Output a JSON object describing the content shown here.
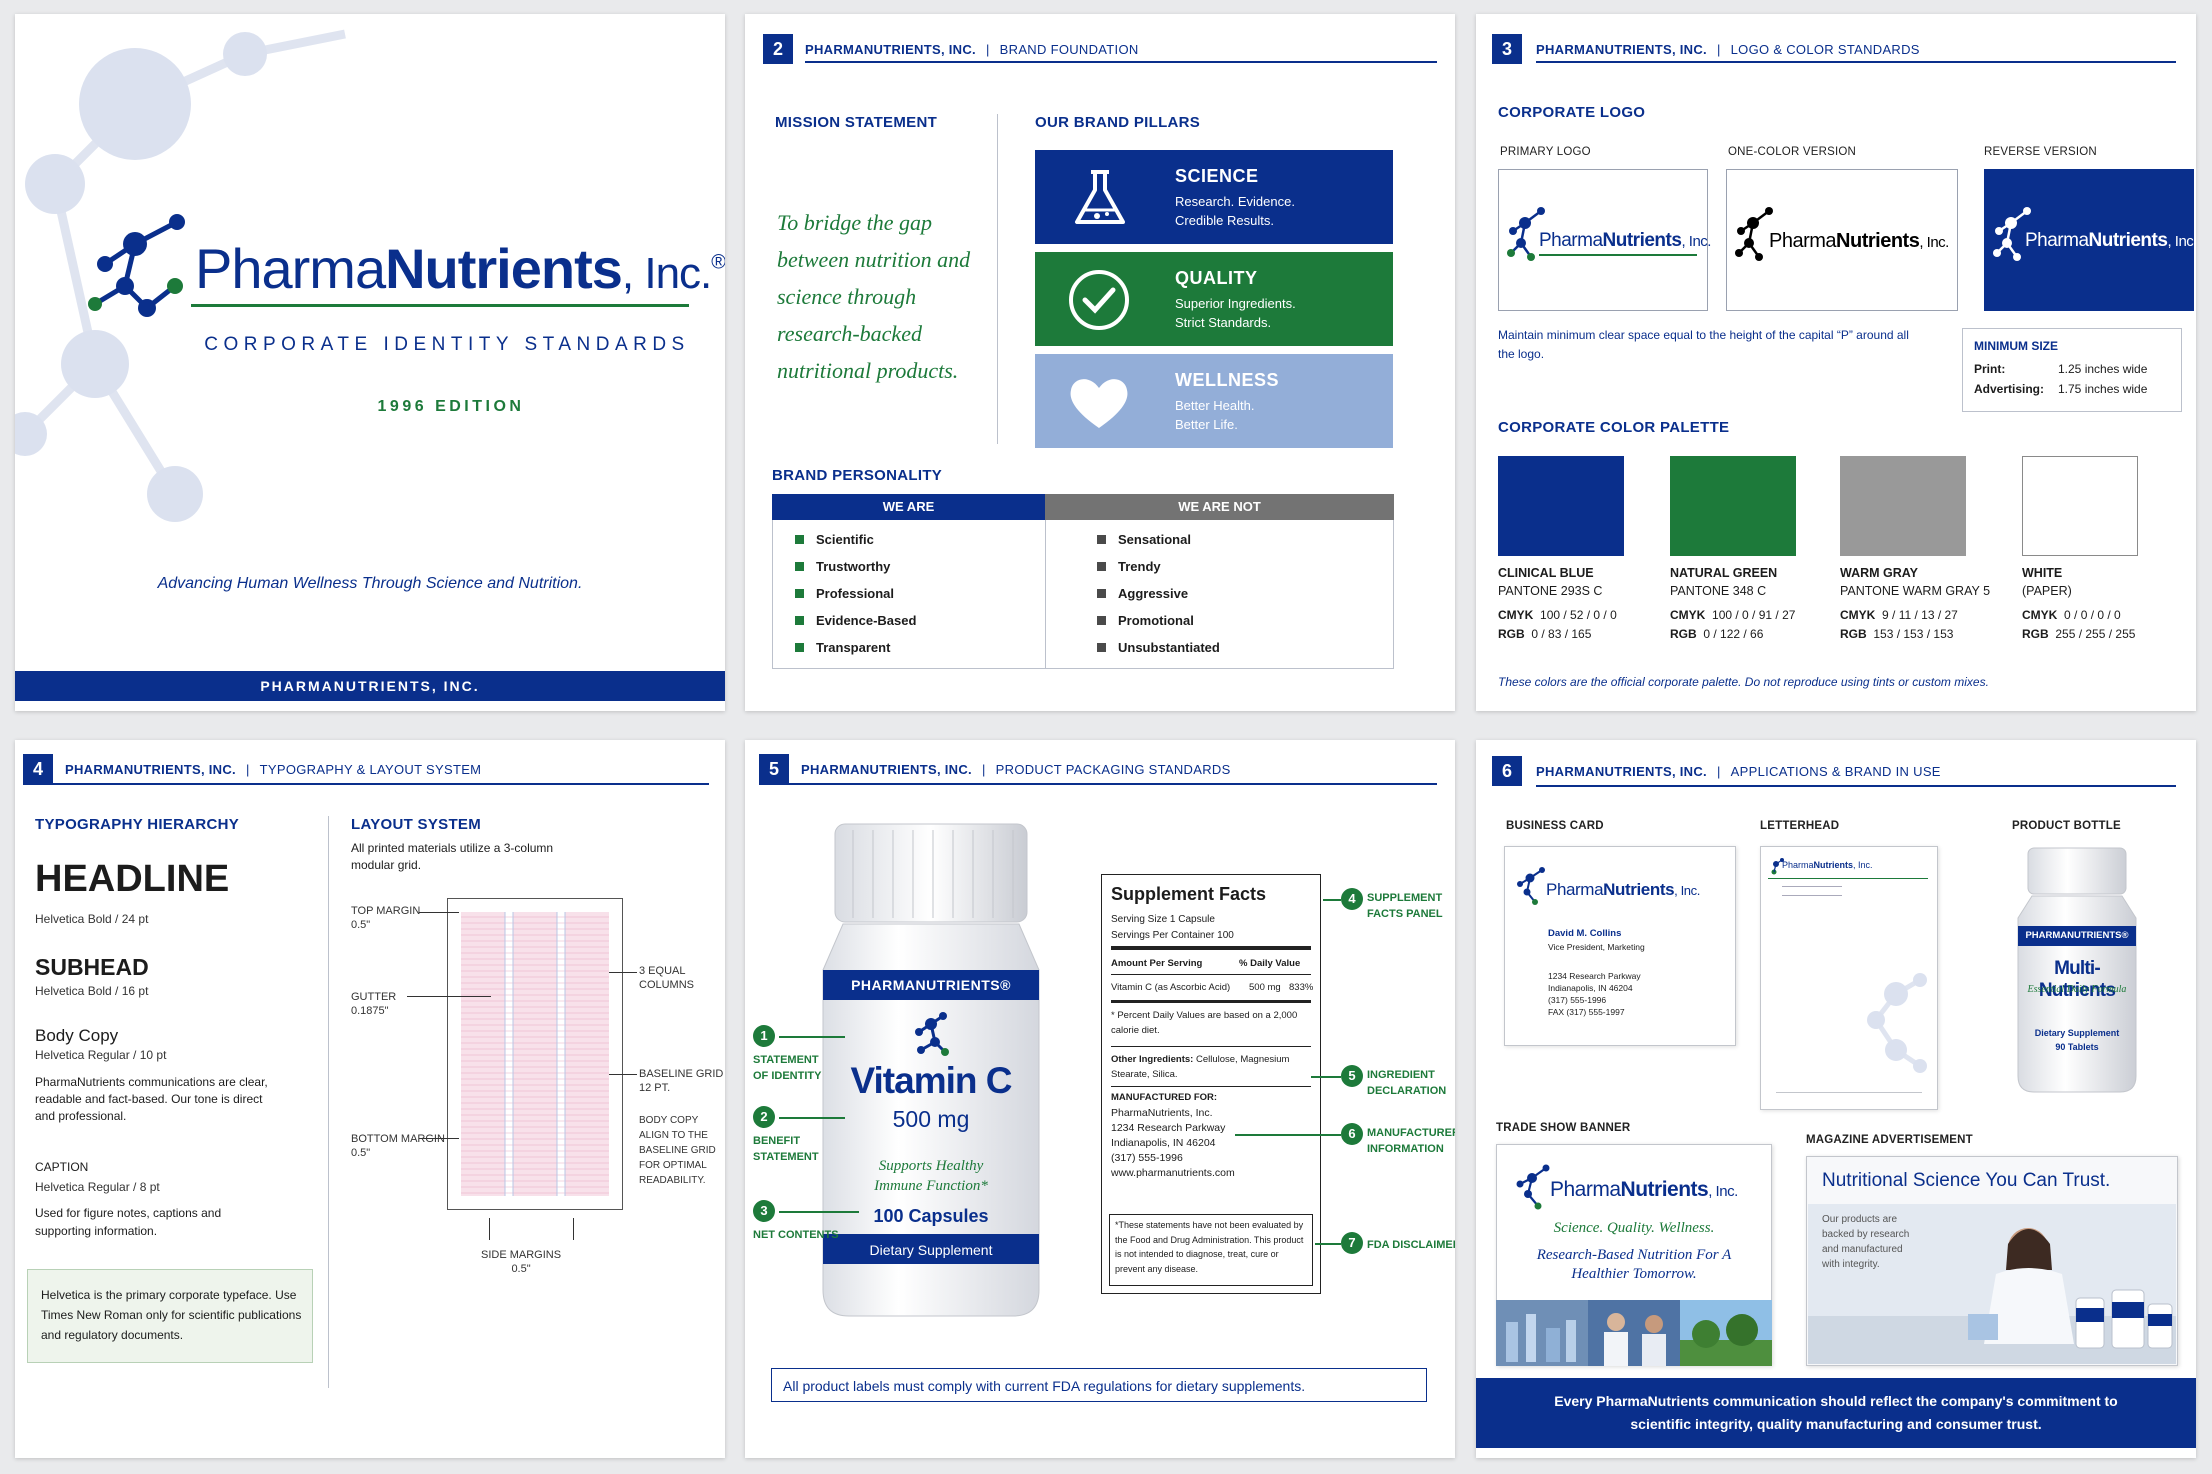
{
  "colors": {
    "clinical_blue": "#0a2f8c",
    "natural_green": "#1d7a3a",
    "warm_gray": "#999999",
    "white": "#ffffff",
    "wellness_blue": "#93aed8"
  },
  "brand": {
    "logo_name_light": "Pharma",
    "logo_name_bold": "Nutrients",
    "logo_suffix": ", Inc.",
    "registered": "®"
  },
  "header": {
    "company": "PHARMANUTRIENTS, INC.",
    "separator": "|"
  },
  "page1": {
    "subtitle": "CORPORATE IDENTITY STANDARDS",
    "edition": "1996 EDITION",
    "tagline": "Advancing Human Wellness Through Science and Nutrition.",
    "footer": "PHARMANUTRIENTS, INC."
  },
  "page2": {
    "number": "2",
    "section": "BRAND FOUNDATION",
    "mission_title": "MISSION STATEMENT",
    "mission_text": "To bridge the gap between nutrition and science through research-backed nutritional products.",
    "pillars_title": "OUR BRAND PILLARS",
    "pillars": [
      {
        "title": "SCIENCE",
        "line1": "Research. Evidence.",
        "line2": "Credible Results.",
        "icon": "flask-icon"
      },
      {
        "title": "QUALITY",
        "line1": "Superior Ingredients.",
        "line2": "Strict Standards.",
        "icon": "checkmark-icon"
      },
      {
        "title": "WELLNESS",
        "line1": "Better Health.",
        "line2": "Better Life.",
        "icon": "heart-icon"
      }
    ],
    "personality_title": "BRAND PERSONALITY",
    "we_are_header": "WE ARE",
    "we_are_not_header": "WE ARE NOT",
    "we_are": [
      "Scientific",
      "Trustworthy",
      "Professional",
      "Evidence-Based",
      "Transparent"
    ],
    "we_are_not": [
      "Sensational",
      "Trendy",
      "Aggressive",
      "Promotional",
      "Unsubstantiated"
    ]
  },
  "page3": {
    "number": "3",
    "section": "LOGO & COLOR STANDARDS",
    "logo_title": "CORPORATE LOGO",
    "primary_logo": "PRIMARY LOGO",
    "one_color": "ONE-COLOR VERSION",
    "reverse": "REVERSE VERSION",
    "clearspace_note": "Maintain minimum clear space equal to the height of the capital “P” around all the logo.",
    "min_size_title": "MINIMUM SIZE",
    "min_print_label": "Print:",
    "min_print_value": "1.25 inches wide",
    "min_adv_label": "Advertising:",
    "min_adv_value": "1.75 inches wide",
    "palette_title": "CORPORATE COLOR PALETTE",
    "palette": [
      {
        "name": "CLINICAL BLUE",
        "pantone": "PANTONE 293S C",
        "cmyk_label": "CMYK",
        "cmyk": "100 / 52 / 0 / 0",
        "rgb_label": "RGB",
        "rgb": "0 / 83 / 165",
        "hex": "#0a2f8c"
      },
      {
        "name": "NATURAL GREEN",
        "pantone": "PANTONE 348 C",
        "cmyk_label": "CMYK",
        "cmyk": "100 / 0 / 91 / 27",
        "rgb_label": "RGB",
        "rgb": "0 / 122 / 66",
        "hex": "#1d7a3a"
      },
      {
        "name": "WARM GRAY",
        "pantone": "PANTONE WARM GRAY 5",
        "cmyk_label": "CMYK",
        "cmyk": "9 / 11 / 13 / 27",
        "rgb_label": "RGB",
        "rgb": "153 / 153 / 153",
        "hex": "#999999"
      },
      {
        "name": "WHITE",
        "pantone": "(PAPER)",
        "cmyk_label": "CMYK",
        "cmyk": "0 / 0 / 0 / 0",
        "rgb_label": "RGB",
        "rgb": "255 / 255 / 255",
        "hex": "#ffffff"
      }
    ],
    "palette_note": "These colors are the official corporate palette. Do not reproduce using tints or custom mixes."
  },
  "page4": {
    "number": "4",
    "section": "TYPOGRAPHY & LAYOUT SYSTEM",
    "typo_title": "TYPOGRAPHY HIERARCHY",
    "headline": "HEADLINE",
    "headline_spec": "Helvetica Bold / 24 pt",
    "subhead": "SUBHEAD",
    "subhead_spec": "Helvetica Bold / 16 pt",
    "body": "Body Copy",
    "body_spec": "Helvetica Regular / 10 pt",
    "body_sample": "PharmaNutrients communications are clear, readable and fact-based. Our tone is direct and professional.",
    "caption": "CAPTION",
    "caption_spec": "Helvetica Regular / 8 pt",
    "caption_sample": "Used for figure notes, captions and supporting information.",
    "typeface_note": "Helvetica is the primary corporate typeface. Use Times New Roman only for scientific publications and regulatory documents.",
    "layout_title": "LAYOUT SYSTEM",
    "layout_desc": "All printed materials utilize a 3-column modular grid.",
    "top_margin": "TOP MARGIN\n0.5\"",
    "gutter": "GUTTER\n0.1875\"",
    "bottom_margin": "BOTTOM MARGIN\n0.5\"",
    "columns": "3 EQUAL\nCOLUMNS",
    "baseline": "BASELINE GRID\n12 PT.",
    "body_align": "BODY COPY\nALIGN TO THE\nBASELINE GRID\nFOR OPTIMAL\nREADABILITY.",
    "side_margins": "SIDE MARGINS\n0.5\""
  },
  "page5": {
    "number": "5",
    "section": "PRODUCT PACKAGING STANDARDS",
    "bottle_brand": "PHARMANUTRIENTS®",
    "product": "Vitamin C",
    "dose": "500 mg",
    "benefit": "Supports Healthy Immune Function*",
    "count": "100 Capsules",
    "band": "Dietary Supplement",
    "facts_title": "Supplement Facts",
    "serving_size": "Serving Size 1 Capsule",
    "servings": "Servings Per Container 100",
    "amount_hdr": "Amount Per Serving",
    "dv_hdr": "% Daily Value",
    "vit_row": "Vitamin C (as Ascorbic Acid)",
    "vit_amt": "500 mg",
    "vit_dv": "833%",
    "dv_note": "* Percent Daily Values are based on a 2,000 calorie diet.",
    "other_label": "Other Ingredients:",
    "other_value": "Cellulose, Magnesium Stearate, Silica.",
    "mfr_label": "MANUFACTURED FOR:",
    "mfr_lines": [
      "PharmaNutrients, Inc.",
      "1234 Research Parkway",
      "Indianapolis, IN 46204",
      "(317) 555-1996",
      "www.pharmanutrients.com"
    ],
    "disclaimer": "*These statements have not been evaluated by the Food and Drug Administration. This product is not intended to diagnose, treat, cure or prevent any disease.",
    "callouts": [
      {
        "n": "1",
        "text": "STATEMENT\nOF IDENTITY"
      },
      {
        "n": "2",
        "text": "BENEFIT\nSTATEMENT"
      },
      {
        "n": "3",
        "text": "NET CONTENTS"
      },
      {
        "n": "4",
        "text": "SUPPLEMENT\nFACTS PANEL"
      },
      {
        "n": "5",
        "text": "INGREDIENT\nDECLARATION"
      },
      {
        "n": "6",
        "text": "MANUFACTURER\nINFORMATION"
      },
      {
        "n": "7",
        "text": "FDA DISCLAIMER"
      }
    ],
    "fda_note": "All product labels must comply with current FDA regulations for dietary supplements."
  },
  "page6": {
    "number": "6",
    "section": "APPLICATIONS & BRAND IN USE",
    "business_card": "BUSINESS CARD",
    "letterhead": "LETTERHEAD",
    "product_bottle": "PRODUCT BOTTLE",
    "card_name": "David M. Collins",
    "card_title": "Vice President, Marketing",
    "card_lines": [
      "1234 Research Parkway",
      "Indianapolis, IN 46204",
      "(317) 555-1996",
      "FAX (317) 555-1997"
    ],
    "bottle_brand": "PHARMANUTRIENTS®",
    "bottle_product": "Multi-Nutrients",
    "bottle_sub": "Essential Daily Formula",
    "bottle_desc": "Dietary Supplement",
    "bottle_count": "90 Tablets",
    "trade_show": "TRADE SHOW BANNER",
    "banner_tag": "Science. Quality. Wellness.",
    "banner_line": "Research-Based Nutrition For A Healthier Tomorrow.",
    "magazine": "MAGAZINE ADVERTISEMENT",
    "ad_headline": "Nutritional Science You Can Trust.",
    "ad_body": "Our products are backed by research and manufactured with integrity.",
    "closing": "Every PharmaNutrients communication should reflect the company's commitment to scientific integrity, quality manufacturing and consumer trust."
  }
}
